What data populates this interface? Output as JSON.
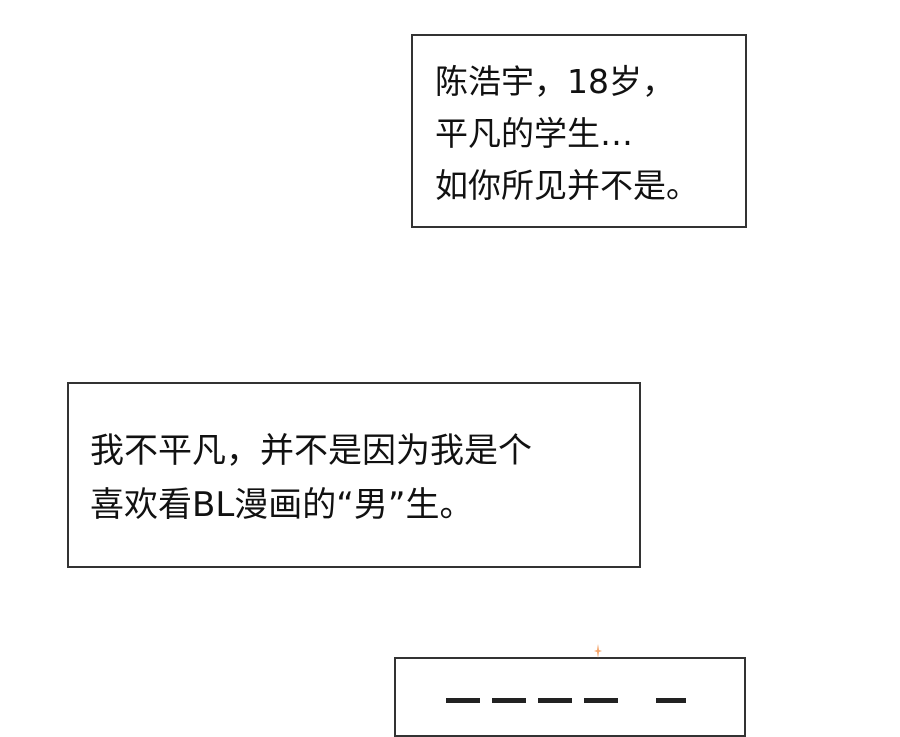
{
  "captions": [
    {
      "lines": [
        "陈浩宇，18岁，",
        "平凡的学生…",
        "如你所见并不是。"
      ]
    },
    {
      "lines": [
        "我不平凡，并不是因为我是个",
        "喜欢看BL漫画的“男”生。"
      ]
    }
  ],
  "colors": {
    "background": "#ffffff",
    "border": "#333333",
    "text": "#111111",
    "accent": "#f4a46a"
  }
}
